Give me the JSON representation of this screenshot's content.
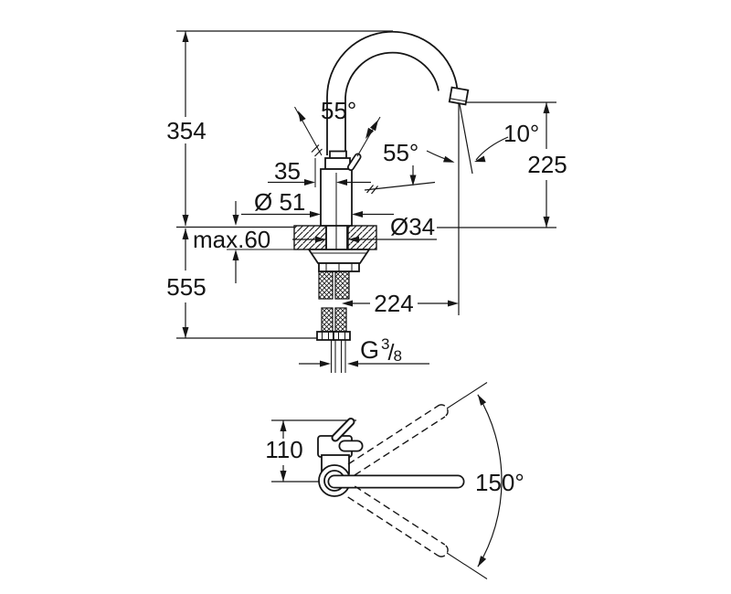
{
  "front_view": {
    "labels": {
      "height_above": "354",
      "height_below": "555",
      "counter_thickness": "max.60",
      "offset_35": "35",
      "body_diameter": "Ø 51",
      "hole_diameter": "Ø34",
      "outlet_height": "225",
      "reach": "224",
      "spray_angle": "10°",
      "lever_angle_front": "55°",
      "lever_angle_side": "55°",
      "thread": {
        "prefix": "G",
        "sup": "3",
        "slash": "/",
        "sub": "8"
      }
    }
  },
  "top_view": {
    "labels": {
      "lever_height": "110",
      "swivel_angle": "150°"
    }
  },
  "colors": {
    "line": "#161616",
    "background": "#ffffff"
  }
}
